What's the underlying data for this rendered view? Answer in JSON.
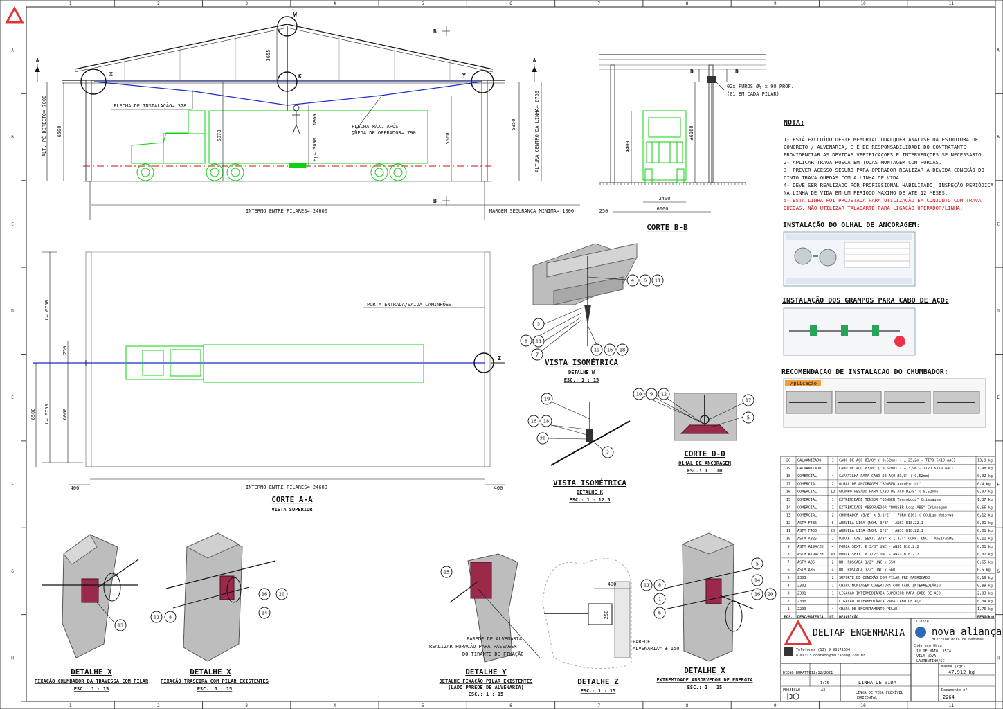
{
  "border": {
    "columns": [
      "1",
      "2",
      "3",
      "4",
      "5",
      "6",
      "7",
      "8",
      "9",
      "10",
      "11"
    ],
    "rows": [
      "A",
      "B",
      "C",
      "D",
      "E",
      "F",
      "G",
      "H"
    ]
  },
  "elevation": {
    "points": {
      "w": "W",
      "x": "X",
      "k": "K",
      "y": "Y",
      "a": "A",
      "b": "B"
    },
    "dims": {
      "h3655": "3655",
      "pe_direito": "ALT. PÉ DIREITO= 7000",
      "h6500": "6500",
      "h5978": "5978",
      "h1800": "1800",
      "hp3000": "Hp= 3000",
      "h5560": "5560",
      "h5350": "5350",
      "altura_linha": "ALTURA CENTRO DA LINHA= 6750"
    },
    "flecha_instalacao": "FLECHA DE INSTALAÇÃO= 378",
    "flecha_max_1": "FLECHA MÁX. APÓS",
    "flecha_max_2": "QUEDA DE OPERADOR= 790",
    "interno": "INTERNO ENTRE PILARES= 24600",
    "margem": "MARGEM SEGURANÇA MÍNIMA= 1000",
    "d250": "250"
  },
  "corte_bb": {
    "title": "CORTE B-B",
    "d_label": "D",
    "furos_1": "02x FUROS Ø¼ x 90 PROF.",
    "furos_2": "(01 EM CADA PILAR)",
    "h4400": "4400",
    "h6160": "±6160",
    "w2400": "2400",
    "w6000": "6000"
  },
  "notes": {
    "title": "NOTA:",
    "lines": [
      "1- ESTÁ EXCLUÍDO DESTE MEMORIAL QUALQUER ANALISE DA ESTRUTURA DE",
      "CONCRETO / ALVENARIA, E É DE RESPONSABILIDADE DO CONTRATANTE",
      "PROVIDENCIAR AS DEVIDAS VERIFICAÇÕES E INTERVENÇÕES SE NECESSÁRIO.",
      "2- APLICAR TRAVA ROSCA EM TODAS MONTAGEM COM PORCAS.",
      "3- PREVER ACESSO SEGURO PARA OPERADOR REALIZAR A DEVIDA CONEXÃO DO",
      "CINTO TRAVA QUEDAS COM A LINHA DE VIDA.",
      "4- DEVE SER REALIZADO POR PROFISSIONAL HABILITADO, INSPEÇÃO PERIÓDICA",
      "NA LINHA DE VIDA EM UM PERÍODO MÁXIMO DE ATÉ 12 MESES."
    ],
    "red_lines": [
      "5- ESTA LINHA FOI PROJETADA PARA UTILIZAÇÃO EM CONJUNTO COM TRAVA",
      "QUEDAS. NÃO UTILIZAR TALABARTE PARA LIGAÇÃO OPERADOR/LINHA."
    ]
  },
  "sections": {
    "olhal": "INSTALAÇÃO DO OLHAL DE ANCORAGEM:",
    "grampos": "INSTALAÇÃO DOS GRAMPOS PARA CABO DE AÇO:",
    "chumbador": "RECOMENDAÇÃO DE INSTALAÇÃO DO CHUMBADOR:",
    "aplicacao": "Aplicação"
  },
  "plan": {
    "porta": "PORTA ENTRADA/SAÍDA CAMINHÕES",
    "z": "Z",
    "d6750a": "L= 6750",
    "d6750b": "L= 6750",
    "d250": "250",
    "d6500": "6500",
    "d6000": "6000",
    "d400l": "400",
    "d400r": "400",
    "interno": "INTERNO ENTRE PILARES= 24600",
    "title": "CORTE A-A",
    "subtitle": "VISTA SUPERIOR"
  },
  "iso_w": {
    "title": "VISTA ISOMÉTRICA",
    "detail": "DETALHE W",
    "scale": "ESC.: 1 : 15"
  },
  "iso_k": {
    "title": "VISTA ISOMÉTRICA",
    "detail": "DETALHE K",
    "scale": "ESC.: 1 : 12.5"
  },
  "corte_dd": {
    "title": "CORTE D-D",
    "detail": "OLHAL DE ANCORAGEM",
    "scale": "ESC.: 1 : 10"
  },
  "details": {
    "x1": {
      "title": "DETALHE X",
      "desc": "FIXAÇÃO CHUMBADOR DA TRAVESSA COM PILAR",
      "scale": "ESC.: 1 : 15"
    },
    "x2": {
      "title": "DETALHE X",
      "desc": "FIXAÇÃO TRASEIRA COM PILAR EXISTENTES",
      "scale": "ESC.: 1 : 15"
    },
    "y": {
      "title": "DETALHE Y",
      "desc1": "DETALHE FIXAÇÃO PILAR EXISTENTES",
      "desc2": "(LADO PAREDE DE ALVENARIA)",
      "scale": "ESC.: 1 : 15"
    },
    "z": {
      "title": "DETALHE Z",
      "scale": "ESC.: 1 : 15"
    },
    "x3": {
      "title": "DETALHE X",
      "desc": "EXTREMIDADE ABSORVEDOR DE ENERGIA",
      "scale": "ESC.: 1 : 15"
    },
    "parede_1": "PAREDE DE ALVENARIA",
    "parede_2": "REALIZAR FURAÇÃO PARA PASSAGEM",
    "parede_3": "DO TIRANTE DE FIXAÇÃO",
    "z400": "400",
    "z250": "250",
    "parede_z1": "PAREDE",
    "parede_z2": "ALVENARIA= ± 150"
  },
  "bom": {
    "rows": [
      [
        "20",
        "GALVANIZADO",
        "1",
        "CABO DE AÇO Ø3/8\" ( 9,52mm) - ± 25,2m - TIPO 6X19 AACI",
        "13,9 kg"
      ],
      [
        "19",
        "GALVANIZADO",
        "1",
        "CABO DE AÇO Ø3/8\" ( 9,52mm) - ± 3,9m - TIPO 6X19 AACI",
        "1,98 kg"
      ],
      [
        "18",
        "COMERCIAL",
        "4",
        "SAPATILHA PARA CABO DE AÇO Ø3/8\" ( 9,52mm)",
        "0,02 kg"
      ],
      [
        "17",
        "COMERCIAL",
        "2",
        "OLHAL DE ANCORAGEM \"BONSER AncoPro LL\"",
        "0,4 kg"
      ],
      [
        "16",
        "COMERCIAL",
        "12",
        "GRAMPO PESADO PARA CABO DE AÇO Ø3/8\" ( 9,52mm)",
        "0,07 kg"
      ],
      [
        "15",
        "COMERCIAL",
        "1",
        "EXTREMIDADE TENSOR \"BONSER TensoLoop\" Crimpagem",
        "1,37 kg"
      ],
      [
        "14",
        "COMERCIAL",
        "1",
        "EXTREMIDADE ABSORVEDOR \"BONSER Loop ABS\" Crimpagem",
        "0,66 kg"
      ],
      [
        "13",
        "COMERCIAL",
        "2",
        "CHUMBADOR (3/8\" x 3.1/2\" ( FURO Ø10) ( Código Walsywa",
        "0,12 kg"
      ],
      [
        "12",
        "ASTM F436",
        "6",
        "ARRUELA LISA (NOM. 3/8\" - ANSI B18.22.1",
        "0,01 kg"
      ],
      [
        "11",
        "ASTM F436",
        "20",
        "ARRUELA LISA (NOM. 1/2\" - ANSI B18.22.1",
        "0,01 kg"
      ],
      [
        "10",
        "ASTM A325",
        "2",
        "PARAF. CAB. SEXT. 3/8\" x 1.3/4\" COMP. UNC - ANSI/ASME",
        "0,11 kg"
      ],
      [
        "9",
        "ASTM A194/2H",
        "4",
        "PORCA SEXT. Ø 3/8\" UNC - ANSI B18.2.2",
        "0,01 kg"
      ],
      [
        "8",
        "ASTM A194/2H",
        "40",
        "PORCA SEXT. Ø 1/2\" UNC - ANSI B18.2.2",
        "0,02 kg"
      ],
      [
        "7",
        "ASTM A36",
        "2",
        "BR. ROSCADA 1/2\" UNC x 650",
        "0,65 kg"
      ],
      [
        "6",
        "ASTM A36",
        "4",
        "BR. ROSCADA 1/2\" UNC x 560",
        "0,5 kg"
      ],
      [
        "5",
        "2303",
        "2",
        "SUPORTE DE CONEXÃO COM PILAR PRÉ FABRICADO",
        "0,19 kg"
      ],
      [
        "4",
        "2302",
        "1",
        "CHAPA MONTAGEM COBERTURA COM CABO INTERMEDIÁRIO",
        "0,89 kg"
      ],
      [
        "3",
        "2301",
        "1",
        "LIGAÇÃO INTERMEDIÁRIA SUPERIOR PARA CABO DE AÇO",
        "2,83 kg"
      ],
      [
        "2",
        "2300",
        "1",
        "LIGAÇÃO INTERMEDIÁRIA PARA CABO DE AÇO",
        "0,34 kg"
      ],
      [
        "1",
        "2299",
        "4",
        "CHAPA DE ENGASTAMENTO PILAR",
        "1,76 kg"
      ]
    ],
    "header": [
      "POS.",
      "DESC/MATERIAL",
      "QT.",
      "DESCRIÇÃO",
      "PESO(kg)"
    ]
  },
  "title_block": {
    "company": "DELTAP ENGENHARIA",
    "client_label": "Cliente",
    "client": "nova aliança",
    "client_sub": "distribuidora de bebidas",
    "phone": "Telefones (13) 9 98171654",
    "email": "e-mail: contato@deltapeng.com.br",
    "address_1": "Endereço Obra:",
    "address_2": "1º DE MAIO, 1574",
    "address_3": "VILA NOVA",
    "address_4": "LAURENTINO/SC",
    "drawn_by": "DIEGO BURATTO",
    "date": "12/12/2021",
    "scale": "1:75",
    "project": "LINHA DE VIDA",
    "title_1": "LINHA DE VIDA FLEXÍVEL",
    "title_2": "HORIZONTAL",
    "mass_label": "Massa (kgf)",
    "mass": "47,912 kg",
    "doc_label": "Documento nº",
    "doc": "2264",
    "projection": "PROJEÇÃO",
    "size": "A3"
  }
}
